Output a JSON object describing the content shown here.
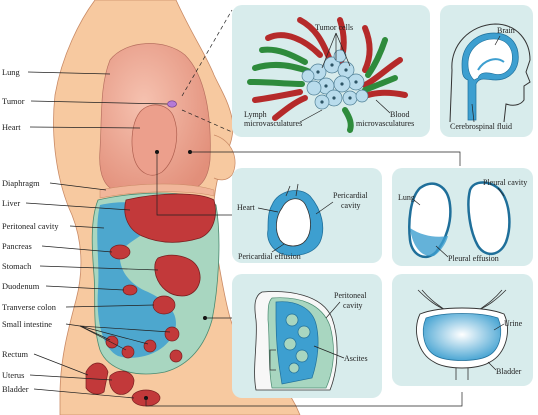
{
  "body_labels": {
    "lung": "Lung",
    "tumor": "Tumor",
    "heart": "Heart",
    "diaphragm": "Diaphragm",
    "liver": "Liver",
    "peritoneal_cavity": "Peritoneal cavity",
    "pancreas": "Pancreas",
    "stomach": "Stomach",
    "duodenum": "Duodenum",
    "transverse_colon": "Tranverse colon",
    "small_intestine": "Small intestine",
    "rectum": "Rectum",
    "uterus": "Uterus",
    "bladder": "Bladder"
  },
  "tumor_panel": {
    "tumor_cells": "Tumor cells",
    "lymph_1": "Lymph",
    "lymph_2": "microvasculatures",
    "blood_1": "Blood",
    "blood_2": "microvasculatures"
  },
  "brain_panel": {
    "brain": "Brain",
    "csf": "Cerebrospinal fluid"
  },
  "pericardial_panel": {
    "heart": "Heart",
    "cavity_1": "Pericardial",
    "cavity_2": "cavity",
    "effusion": "Pericardial effusion"
  },
  "pleural_panel": {
    "lung": "Lung",
    "cavity": "Pleural cavity",
    "effusion": "Pleural effusion"
  },
  "peritoneal_panel": {
    "cavity_1": "Peritoneal",
    "cavity_2": "cavity",
    "ascites": "Ascites"
  },
  "bladder_panel": {
    "urine": "Urine",
    "bladder": "Bladder"
  },
  "colors": {
    "skin": "#f7c9a0",
    "organ_red": "#c2393a",
    "lung_pink": "#e8a08a",
    "fluid_blue": "#3d9fd0",
    "peritoneum_green": "#a8d6c0",
    "panel_bg": "#d8ecec",
    "vessel_red": "#b52a2a",
    "vessel_green": "#2e8b3c"
  }
}
